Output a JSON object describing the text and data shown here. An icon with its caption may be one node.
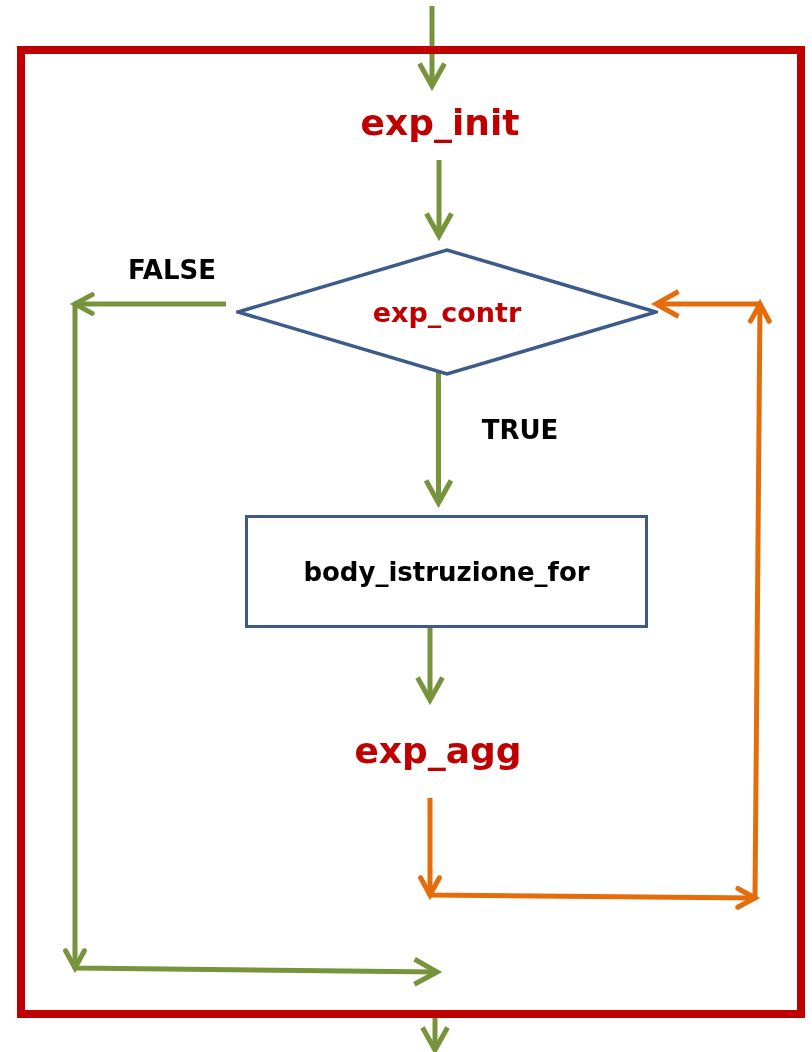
{
  "diagram": {
    "nodes": [
      {
        "text": [],
        "shape": "box"
      },
      {
        "text": [
          "exp_init"
        ],
        "in": 0
      },
      {
        "text": [
          "exp_contr"
        ],
        "in": 0
      },
      {
        "text": [
          "body_istruzione_for"
        ],
        "in": 0
      },
      {
        "text": [
          "exp_agg"
        ],
        "in": 0
      }
    ],
    "edges": [
      {
        "from": null,
        "to": 1,
        "arrow": "to"
      },
      {
        "from": 1,
        "to": 2,
        "arrow": "to"
      },
      {
        "from": 2,
        "to": 3,
        "arrow": "to",
        "label": "TRUE"
      },
      {
        "from": 3,
        "to": 4,
        "arrow": "to"
      },
      {
        "from": 4,
        "to": 2,
        "arrow": "to",
        "color": "#e46c0a"
      },
      {
        "from": 2,
        "to": null,
        "arrow": "to",
        "label": "FALSE"
      },
      {
        "from": 0,
        "to": null,
        "arrow": "to"
      }
    ]
  }
}
